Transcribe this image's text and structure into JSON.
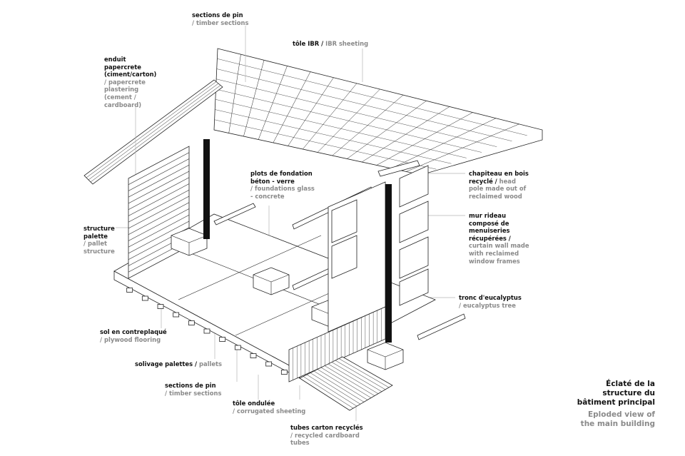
{
  "title": {
    "fr": [
      "Éclaté de la",
      "structure du",
      "bâtiment principal"
    ],
    "en": [
      "Eploded view of",
      "the main building"
    ]
  },
  "labels": {
    "timber_top": {
      "fr": [
        "sections de pin"
      ],
      "en": [
        "/ timber sections"
      ]
    },
    "ibr": {
      "fr": [
        "tôle IBR /"
      ],
      "en": [
        "IBR sheeting"
      ]
    },
    "papercrete": {
      "fr": [
        "enduit",
        "papercrete",
        "(ciment/carton)"
      ],
      "en": [
        "/ papercrete",
        "plastering",
        "(cement /",
        "cardboard)"
      ]
    },
    "foundations": {
      "fr": [
        "plots de fondation",
        "béton - verre"
      ],
      "en": [
        "/ foundations glass",
        "- concrete"
      ]
    },
    "chapiteau": {
      "fr": [
        "chapiteau en bois",
        "recyclé  /"
      ],
      "en": [
        "head",
        "pole made out of",
        "reclaimed wood"
      ]
    },
    "curtain_wall": {
      "fr": [
        "mur rideau",
        "composé de",
        "menuiseries",
        "récupérées  /"
      ],
      "en": [
        "curtain wall made",
        "with reclaimed",
        "window frames"
      ]
    },
    "pallet_structure": {
      "fr": [
        "structure",
        "palette"
      ],
      "en": [
        "/ pallet",
        "structure"
      ]
    },
    "eucalyptus": {
      "fr": [
        "tronc d'eucalyptus"
      ],
      "en": [
        "/ eucalyptus tree"
      ]
    },
    "plywood": {
      "fr": [
        "sol en contreplaqué"
      ],
      "en": [
        "/ plywood flooring"
      ]
    },
    "pallets": {
      "fr": [
        "solivage palettes /"
      ],
      "en": [
        "pallets"
      ]
    },
    "timber_bottom": {
      "fr": [
        "sections de pin"
      ],
      "en": [
        "/ timber sections"
      ]
    },
    "corrugated": {
      "fr": [
        "tôle ondulée"
      ],
      "en": [
        "/ corrugated sheeting"
      ]
    },
    "tubes": {
      "fr": [
        "tubes carton recyclés"
      ],
      "en": [
        "/ recycled cardboard",
        "tubes"
      ]
    }
  },
  "colors": {
    "ink": "#111111",
    "english": "#8a8a8a",
    "leader": "#b0b0b0"
  }
}
